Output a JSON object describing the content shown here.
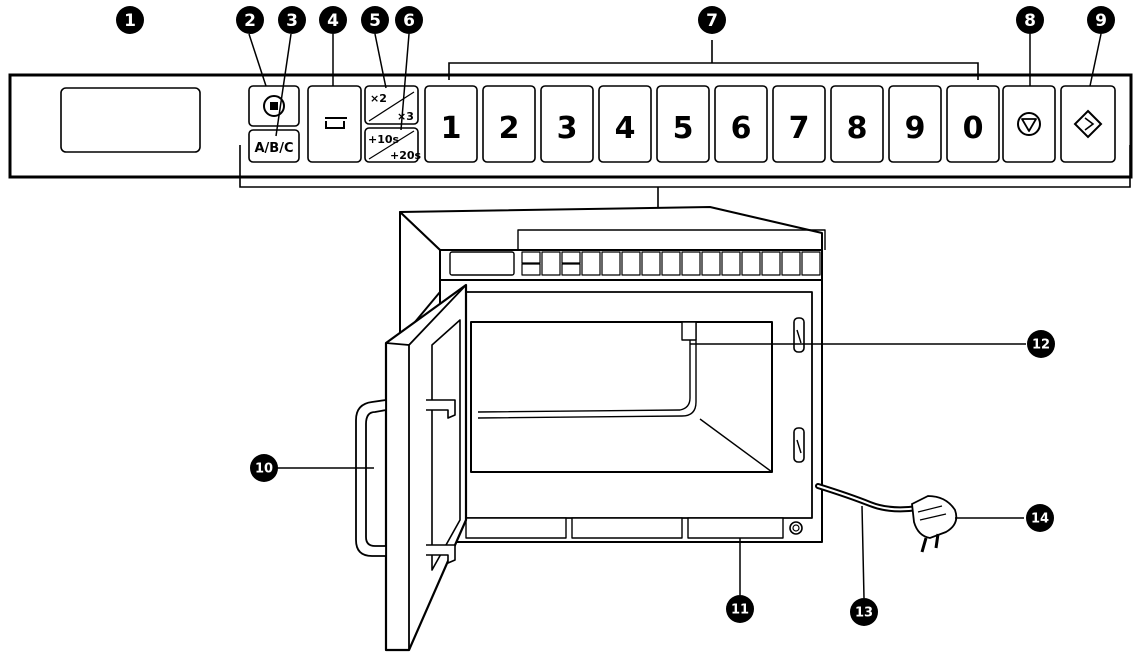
{
  "callouts": {
    "c1": "1",
    "c2": "2",
    "c3": "3",
    "c4": "4",
    "c5": "5",
    "c6": "6",
    "c7": "7",
    "c8": "8",
    "c9": "9",
    "c10": "10",
    "c11": "11",
    "c12": "12",
    "c13": "13",
    "c14": "14"
  },
  "keys": {
    "digits": [
      "1",
      "2",
      "3",
      "4",
      "5",
      "6",
      "7",
      "8",
      "9",
      "0"
    ],
    "abc": "A/B/C",
    "x2": "×2",
    "x3": "×3",
    "plus10": "+10s",
    "plus20": "+20s"
  },
  "icons": {
    "stop_dot": "stop-square-icon",
    "defrost": "defrost-icon",
    "stop": "stop-circle-icon",
    "start": "start-diamond-icon"
  }
}
